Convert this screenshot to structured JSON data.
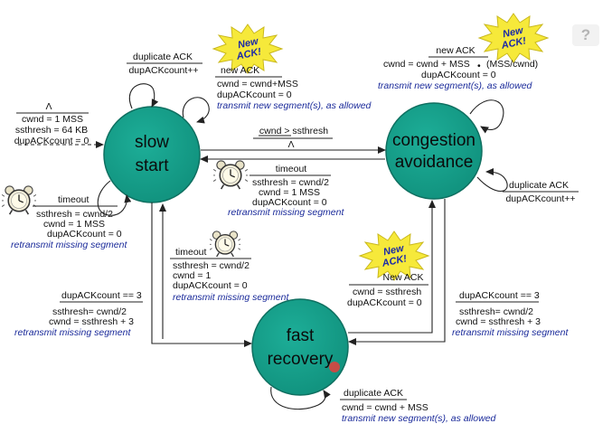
{
  "colors": {
    "state_fill": "#13a08b",
    "state_stroke": "#0f6f60",
    "burst_fill": "#f6e93a",
    "blue_text": "#1a2a9a",
    "edge": "#222222"
  },
  "icons": [
    "new-ack-burst-icon",
    "alarm-clock-icon",
    "help-icon"
  ],
  "help_icon": "?",
  "states": {
    "slow_start": [
      "slow",
      "start"
    ],
    "congestion_avoidance": [
      "congestion",
      "avoidance"
    ],
    "fast_recovery": [
      "fast",
      "recovery"
    ]
  },
  "new_ack_burst": [
    "New",
    "ACK!"
  ],
  "init": {
    "event": "Λ",
    "actions": [
      "cwnd = 1 MSS",
      "ssthresh = 64 KB",
      "dupACKcount = 0"
    ]
  },
  "ss_dup": {
    "event": "duplicate ACK",
    "actions": [
      "dupACKcount++"
    ]
  },
  "ss_newack": {
    "event": "new ACK",
    "actions": [
      "cwnd = cwnd+MSS",
      "dupACKcount = 0"
    ],
    "note": "transmit new segment(s), as allowed"
  },
  "ss_timeout": {
    "event": "timeout",
    "actions": [
      "ssthresh = cwnd/2",
      "cwnd = 1 MSS",
      "dupACKcount = 0"
    ],
    "note": "retransmit missing segment"
  },
  "ss_to_ca": {
    "event": "cwnd > ssthresh",
    "actions": [
      "Λ"
    ]
  },
  "ca_to_ss": {
    "event": "timeout",
    "actions": [
      "ssthresh = cwnd/2",
      "cwnd = 1 MSS",
      "dupACKcount = 0"
    ],
    "note": "retransmit missing segment"
  },
  "ca_newack": {
    "event": "new ACK",
    "action_prefix": "cwnd = cwnd + MSS",
    "action_mid": "•",
    "action_suffix": "(MSS/cwnd)",
    "actions": [
      "dupACKcount = 0"
    ],
    "note": "transmit new segment(s), as allowed"
  },
  "ca_dup": {
    "event": "duplicate ACK",
    "actions": [
      "dupACKcount++"
    ]
  },
  "fr_to_ss": {
    "event": "timeout",
    "actions": [
      "ssthresh = cwnd/2",
      "cwnd = 1",
      "dupACKcount = 0"
    ],
    "note": "retransmit missing segment"
  },
  "ss_to_fr": {
    "event": "dupACKcount == 3",
    "actions": [
      "ssthresh= cwnd/2",
      "cwnd = ssthresh + 3"
    ],
    "note": "retransmit missing segment"
  },
  "fr_to_ca": {
    "event": "New ACK",
    "actions": [
      "cwnd = ssthresh",
      "dupACKcount = 0"
    ]
  },
  "ca_to_fr": {
    "event": "dupACKcount == 3",
    "actions": [
      "ssthresh= cwnd/2",
      "cwnd = ssthresh + 3"
    ],
    "note": "retransmit missing segment"
  },
  "fr_dup": {
    "event": "duplicate ACK",
    "actions": [
      "cwnd = cwnd + MSS"
    ],
    "note": "transmit new segment(s), as allowed"
  }
}
